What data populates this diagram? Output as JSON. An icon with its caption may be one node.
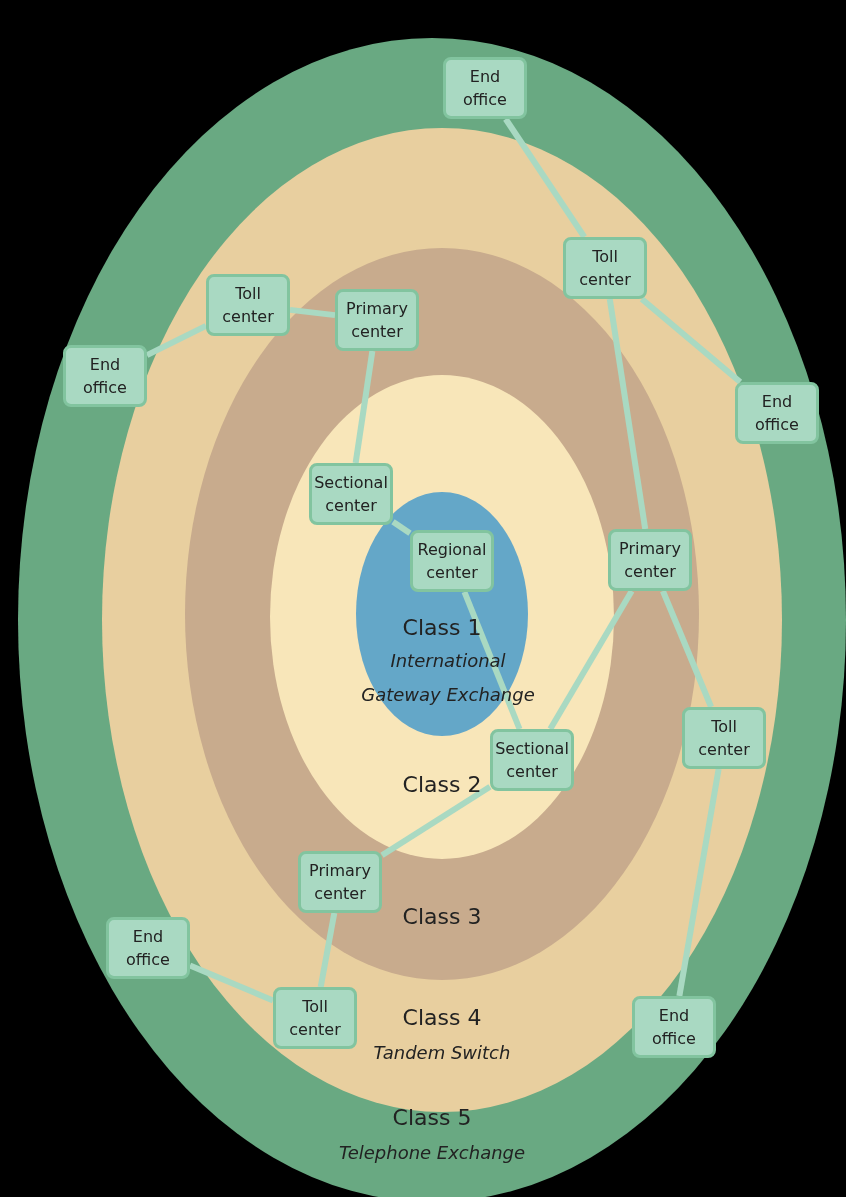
{
  "diagram": {
    "nodes": [
      {
        "text": [
          "Class 5",
          "Telephone Exchange"
        ]
      },
      {
        "text": [
          "Class 4",
          "Tandem Switch"
        ],
        "in": 0
      },
      {
        "text": [
          "Class 3"
        ],
        "in": 1
      },
      {
        "text": [
          "Class 2"
        ],
        "in": 2
      },
      {
        "text": [
          "Class 1",
          "International Gateway Exchange"
        ],
        "in": 3
      },
      {
        "text": [
          "End office"
        ],
        "in": 0
      },
      {
        "text": [
          "Toll center"
        ],
        "in": 1
      },
      {
        "text": [
          "Toll center"
        ],
        "in": 1
      },
      {
        "text": [
          "Primary center"
        ],
        "in": 2
      },
      {
        "text": [
          "End office"
        ],
        "in": 0
      },
      {
        "text": [
          "End office"
        ],
        "in": 0
      },
      {
        "text": [
          "Sectional center"
        ],
        "in": 3
      },
      {
        "text": [
          "Primary center"
        ],
        "in": 2
      },
      {
        "text": [
          "Regional center"
        ],
        "in": 4
      },
      {
        "text": [
          "Toll center"
        ],
        "in": 1
      },
      {
        "text": [
          "Sectional center"
        ],
        "in": 3
      },
      {
        "text": [
          "Primary center"
        ],
        "in": 2
      },
      {
        "text": [
          "End office"
        ],
        "in": 0
      },
      {
        "text": [
          "Toll center"
        ],
        "in": 1
      },
      {
        "text": [
          "End office"
        ],
        "in": 0
      }
    ],
    "edges": [
      {
        "from": 5,
        "to": 6,
        "arrow": "none"
      },
      {
        "from": 6,
        "to": 10,
        "arrow": "none"
      },
      {
        "from": 6,
        "to": 12,
        "arrow": "none"
      },
      {
        "from": 7,
        "to": 9,
        "arrow": "none"
      },
      {
        "from": 7,
        "to": 8,
        "arrow": "none"
      },
      {
        "from": 8,
        "to": 11,
        "arrow": "none"
      },
      {
        "from": 11,
        "to": 13,
        "arrow": "none"
      },
      {
        "from": 13,
        "to": 15,
        "arrow": "none"
      },
      {
        "from": 15,
        "to": 12,
        "arrow": "none"
      },
      {
        "from": 12,
        "to": 14,
        "arrow": "none"
      },
      {
        "from": 14,
        "to": 19,
        "arrow": "none"
      },
      {
        "from": 15,
        "to": 16,
        "arrow": "none"
      },
      {
        "from": 16,
        "to": 18,
        "arrow": "none"
      },
      {
        "from": 18,
        "to": 17,
        "arrow": "none"
      }
    ]
  }
}
